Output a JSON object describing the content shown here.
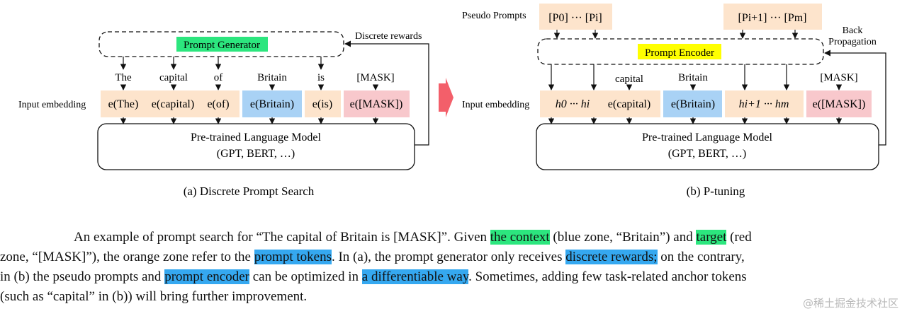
{
  "panel_a": {
    "generator_label": "Prompt Generator",
    "rewards_label": "Discrete rewards",
    "input_embedding_label": "Input embedding",
    "tokens": [
      {
        "word": "The",
        "embedding": "e(The)",
        "zone": "orange"
      },
      {
        "word": "capital",
        "embedding": "e(capital)",
        "zone": "orange"
      },
      {
        "word": "of",
        "embedding": "e(of)",
        "zone": "orange"
      },
      {
        "word": "Britain",
        "embedding": "e(Britain)",
        "zone": "blue"
      },
      {
        "word": "is",
        "embedding": "e(is)",
        "zone": "orange"
      },
      {
        "word": "[MASK]",
        "embedding": "e([MASK])",
        "zone": "red"
      }
    ],
    "model_title": "Pre-trained Language Model",
    "model_subtitle": "(GPT, BERT, …)",
    "caption": "(a) Discrete Prompt Search"
  },
  "panel_b": {
    "pseudo_prompts_label": "Pseudo Prompts",
    "pseudo_group_left": "[P0] ··· [Pi]",
    "pseudo_group_right": "[Pi+1] ··· [Pm]",
    "encoder_label": "Prompt Encoder",
    "backprop_line1": "Back",
    "backprop_line2": "Propagation",
    "input_embedding_label": "Input embedding",
    "word_capital": "capital",
    "word_britain": "Britain",
    "word_mask": "[MASK]",
    "emb_h_left": "h0 ··· hi",
    "emb_capital": "e(capital)",
    "emb_britain": "e(Britain)",
    "emb_h_right": "hi+1 ··· hm",
    "emb_mask": "e([MASK])",
    "model_title": "Pre-trained Language Model",
    "model_subtitle": "(GPT, BERT, …)",
    "caption": "(b) P-tuning"
  },
  "caption": {
    "line1_a": "An example of prompt search for “The capital of Britain is [MASK]”. Given ",
    "line1_hl1": "the context",
    "line1_b": " (blue zone, “Britain”) and ",
    "line1_hl2": "target",
    "line1_c": " (red",
    "line2_a": "zone, “[MASK]”), the orange zone refer to the ",
    "line2_hl1": "prompt tokens",
    "line2_b": ". In (a), the prompt generator only receives ",
    "line2_hl2": "discrete rewards;",
    "line2_c": " on the contrary,",
    "line3_a": "in (b) the pseudo prompts and ",
    "line3_hl1": "prompt encoder",
    "line3_b": " can be optimized in ",
    "line3_hl2": "a differentiable way",
    "line3_c": ". Sometimes, adding few task-related anchor tokens",
    "line4": "(such as “capital” in (b)) will bring further improvement."
  },
  "watermark": "@稀土掘金技术社区",
  "colors": {
    "orange_zone": "#fde4cc",
    "blue_zone": "#a9d2f5",
    "red_zone": "#f8c8cc",
    "generator_highlight": "#2ce67e",
    "encoder_highlight": "#ffff00",
    "arrow_pink": "#f35f6a"
  }
}
